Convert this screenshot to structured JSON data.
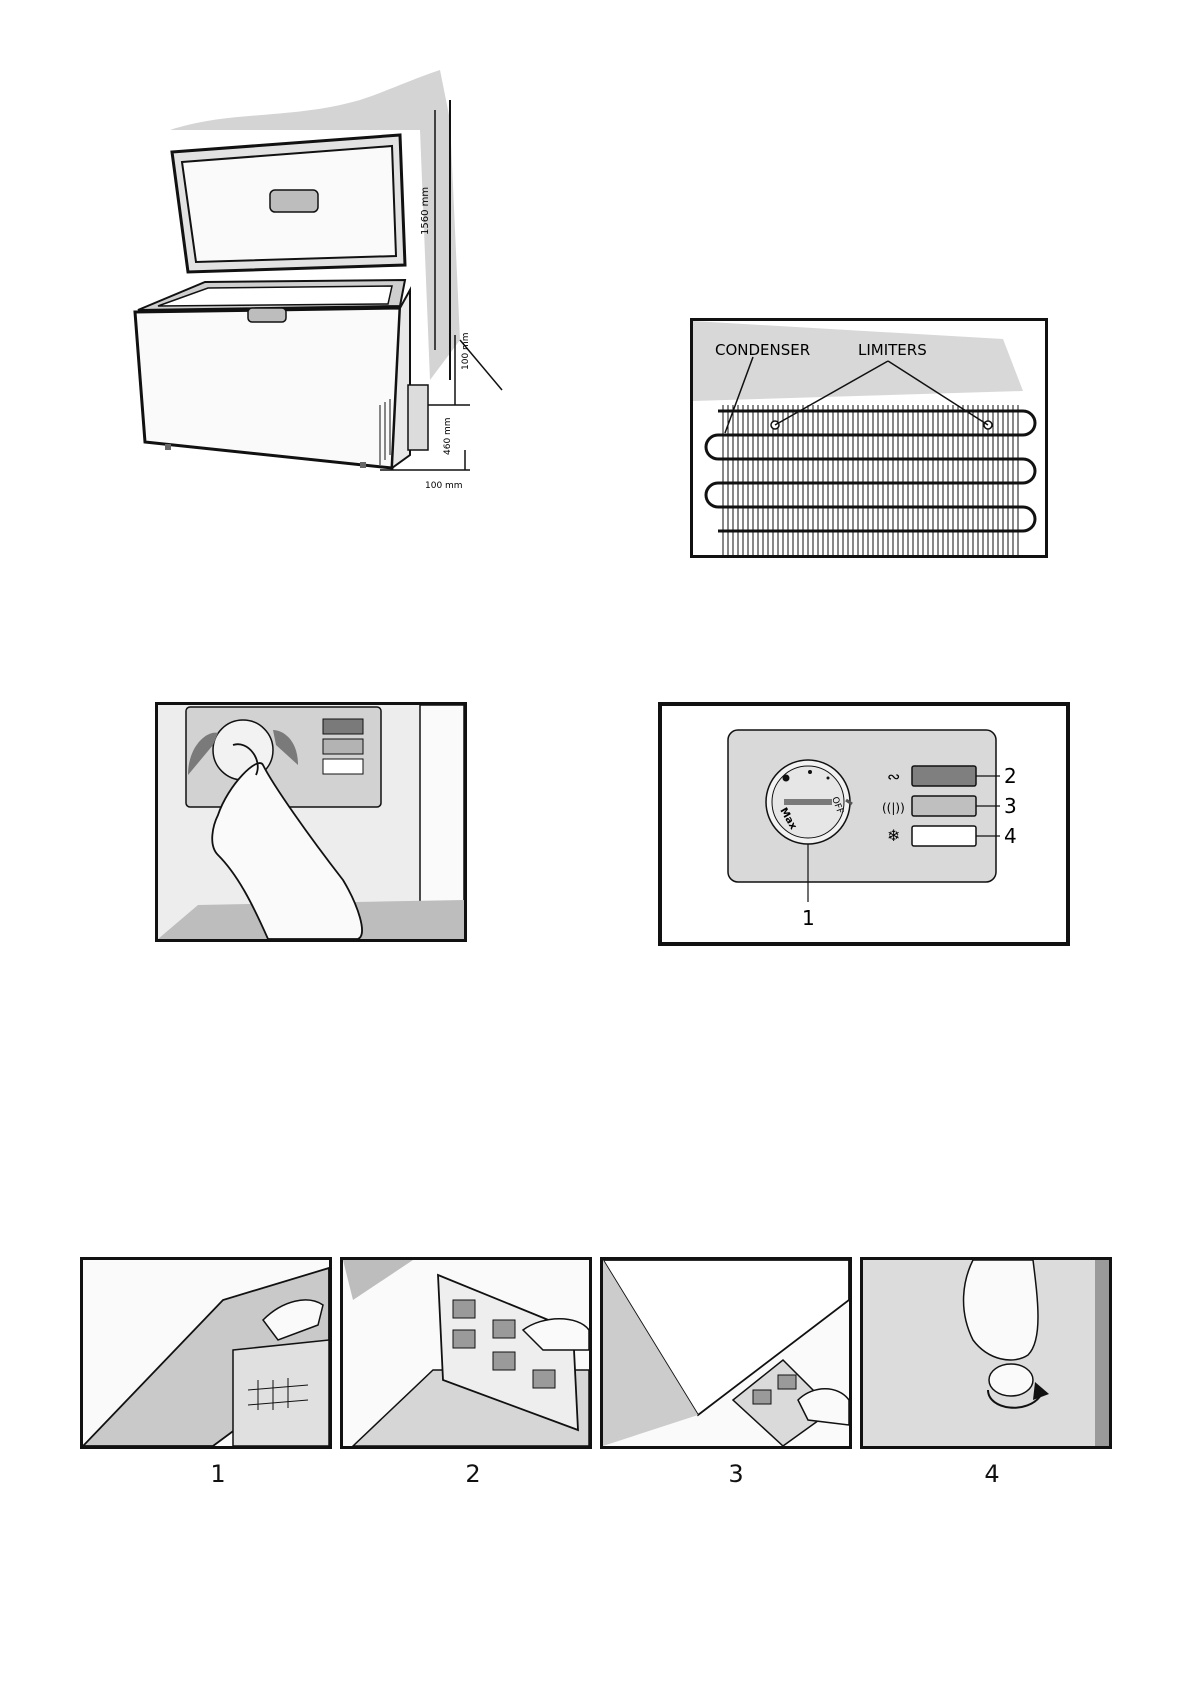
{
  "figure1": {
    "dims": [
      "1560 mm",
      "100 mm",
      "460 mm",
      "100 mm"
    ]
  },
  "figure2": {
    "label_condenser": "CONDENSER",
    "label_limiters": "LIMITERS"
  },
  "figure4": {
    "dial_text_max": "Max",
    "dial_text_off": "OFF",
    "callouts": [
      "1",
      "2",
      "3",
      "4"
    ]
  },
  "steps": {
    "labels": [
      "1",
      "2",
      "3",
      "4"
    ]
  }
}
